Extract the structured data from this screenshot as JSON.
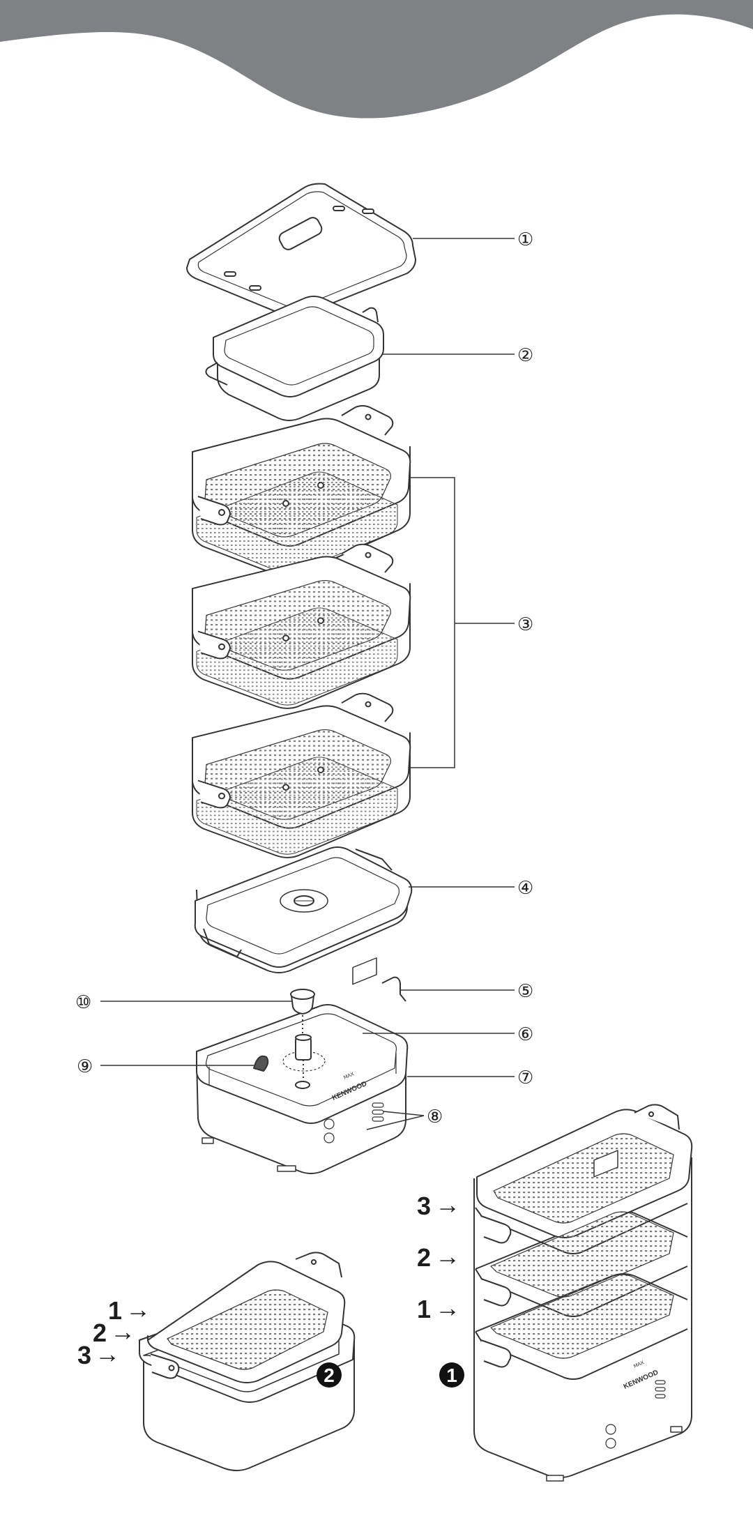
{
  "header": {
    "wave_color": "#808184"
  },
  "callouts": {
    "c1": "①",
    "c2": "②",
    "c3": "③",
    "c4": "④",
    "c5": "⑤",
    "c6": "⑥",
    "c7": "⑦",
    "c8": "⑧",
    "c9": "⑨",
    "c10": "⑩"
  },
  "brand": {
    "name": "KENWOOD",
    "label": "MAX"
  },
  "figure2": {
    "badge": "2",
    "levels": [
      "1",
      "2",
      "3"
    ],
    "arrow": "→"
  },
  "figure1": {
    "badge": "1",
    "levels": [
      "3",
      "2",
      "1"
    ],
    "arrow": "→"
  },
  "colors": {
    "line": "#3a3a3a",
    "mesh": "#8a8a8a",
    "badge": "#111111"
  }
}
